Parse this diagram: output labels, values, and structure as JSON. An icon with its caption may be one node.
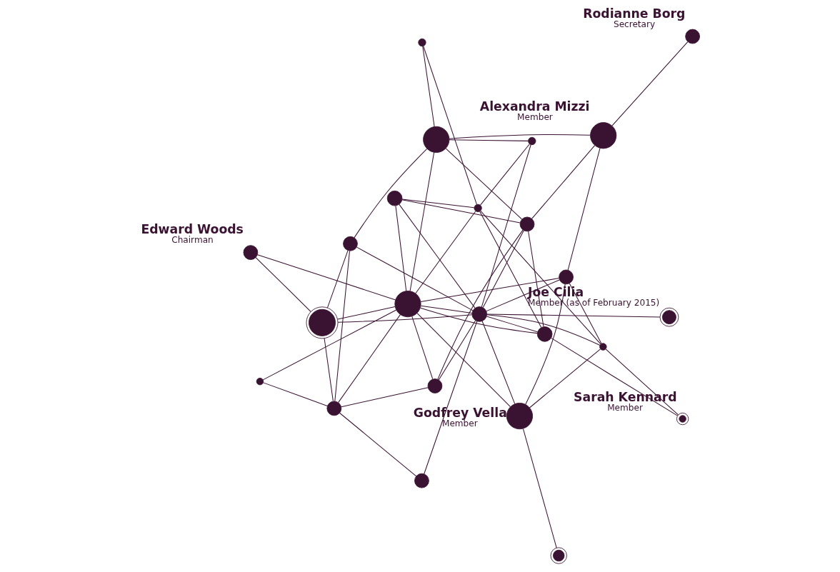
{
  "diagram": {
    "nodes": [
      {
        "text": [],
        "shape": "circle"
      },
      {
        "text": [],
        "shape": "circle"
      },
      {
        "text": [],
        "shape": "circle"
      },
      {
        "text": [
          "Edward Woods",
          "Chairman"
        ]
      },
      {
        "text": [],
        "shape": "circle"
      },
      {
        "text": [],
        "shape": "circle"
      },
      {
        "text": [],
        "shape": "circle"
      },
      {
        "text": [],
        "shape": "circle"
      },
      {
        "text": [],
        "shape": "circle"
      },
      {
        "text": [
          "Godfrey Vella",
          "Member"
        ]
      },
      {
        "text": [],
        "shape": "circle"
      },
      {
        "text": [],
        "shape": "circle"
      },
      {
        "text": [],
        "shape": "circle"
      },
      {
        "text": [],
        "shape": "circle"
      },
      {
        "text": [
          "Joe Cilia",
          "Member (as of February 2015)"
        ]
      },
      {
        "text": [],
        "shape": "circle"
      },
      {
        "text": [
          "Sarah Kennard",
          "Member"
        ]
      },
      {
        "text": [],
        "shape": "circle"
      },
      {
        "text": [],
        "shape": "circle"
      },
      {
        "text": [],
        "shape": "circle"
      },
      {
        "text": [],
        "shape": "circle"
      },
      {
        "text": [
          "Alexandra Mizzi",
          "Member"
        ]
      },
      {
        "text": [],
        "shape": "circle"
      },
      {
        "text": [
          "Rodianne Borg",
          "Secretary"
        ]
      }
    ],
    "edges": [
      {
        "from": 0,
        "to": 2,
        "arrow": "none"
      },
      {
        "from": 0,
        "to": 8,
        "arrow": "none"
      },
      {
        "from": 1,
        "to": 2,
        "arrow": "none"
      },
      {
        "from": 1,
        "to": 12,
        "arrow": "none"
      },
      {
        "from": 2,
        "to": 7,
        "arrow": "none"
      },
      {
        "from": 2,
        "to": 5,
        "arrow": "none"
      },
      {
        "from": 2,
        "to": 4,
        "arrow": "none"
      },
      {
        "from": 2,
        "to": 8,
        "arrow": "none"
      },
      {
        "from": 7,
        "to": 8,
        "arrow": "none"
      },
      {
        "from": 7,
        "to": 12,
        "arrow": "none"
      },
      {
        "from": 7,
        "to": 15,
        "arrow": "none"
      },
      {
        "from": 5,
        "to": 12,
        "arrow": "none"
      },
      {
        "from": 5,
        "to": 22,
        "arrow": "none"
      },
      {
        "from": 5,
        "to": 4,
        "arrow": "none"
      },
      {
        "from": 4,
        "to": 8,
        "arrow": "none"
      },
      {
        "from": 4,
        "to": 12,
        "arrow": "none"
      },
      {
        "from": 4,
        "to": 3,
        "arrow": "none"
      },
      {
        "from": 8,
        "to": 3,
        "arrow": "none"
      },
      {
        "from": 8,
        "to": 9,
        "arrow": "none"
      },
      {
        "from": 8,
        "to": 11,
        "arrow": "none"
      },
      {
        "from": 8,
        "to": 12,
        "arrow": "none"
      },
      {
        "from": 8,
        "to": 17,
        "arrow": "none"
      },
      {
        "from": 8,
        "to": 19,
        "arrow": "none"
      },
      {
        "from": 8,
        "to": 22,
        "arrow": "none"
      },
      {
        "from": 8,
        "to": 18,
        "arrow": "none"
      },
      {
        "from": 11,
        "to": 21,
        "arrow": "none"
      },
      {
        "from": 12,
        "to": 10,
        "arrow": "none"
      },
      {
        "from": 12,
        "to": 11,
        "arrow": "none"
      },
      {
        "from": 12,
        "to": 13,
        "arrow": "none"
      },
      {
        "from": 12,
        "to": 9,
        "arrow": "none"
      },
      {
        "from": 12,
        "to": 14,
        "arrow": "none"
      },
      {
        "from": 12,
        "to": 19,
        "arrow": "none"
      },
      {
        "from": 12,
        "to": 18,
        "arrow": "none"
      },
      {
        "from": 12,
        "to": 15,
        "arrow": "none"
      },
      {
        "from": 10,
        "to": 17,
        "arrow": "none"
      },
      {
        "from": 10,
        "to": 22,
        "arrow": "none"
      },
      {
        "from": 11,
        "to": 9,
        "arrow": "none"
      },
      {
        "from": 11,
        "to": 13,
        "arrow": "none"
      },
      {
        "from": 13,
        "to": 9,
        "arrow": "none"
      },
      {
        "from": 13,
        "to": 16,
        "arrow": "none"
      },
      {
        "from": 13,
        "to": 17,
        "arrow": "none"
      },
      {
        "from": 15,
        "to": 18,
        "arrow": "none"
      },
      {
        "from": 15,
        "to": 21,
        "arrow": "none"
      },
      {
        "from": 15,
        "to": 19,
        "arrow": "none"
      },
      {
        "from": 15,
        "to": 22,
        "arrow": "none"
      },
      {
        "from": 17,
        "to": 19,
        "arrow": "none"
      },
      {
        "from": 17,
        "to": 18,
        "arrow": "none"
      },
      {
        "from": 20,
        "to": 17,
        "arrow": "none"
      },
      {
        "from": 20,
        "to": 22,
        "arrow": "none"
      },
      {
        "from": 18,
        "to": 16,
        "arrow": "none"
      },
      {
        "from": 22,
        "to": 21,
        "arrow": "none"
      },
      {
        "from": 21,
        "to": 23,
        "arrow": "none"
      },
      {
        "from": 6,
        "to": 9,
        "arrow": "none"
      }
    ]
  }
}
